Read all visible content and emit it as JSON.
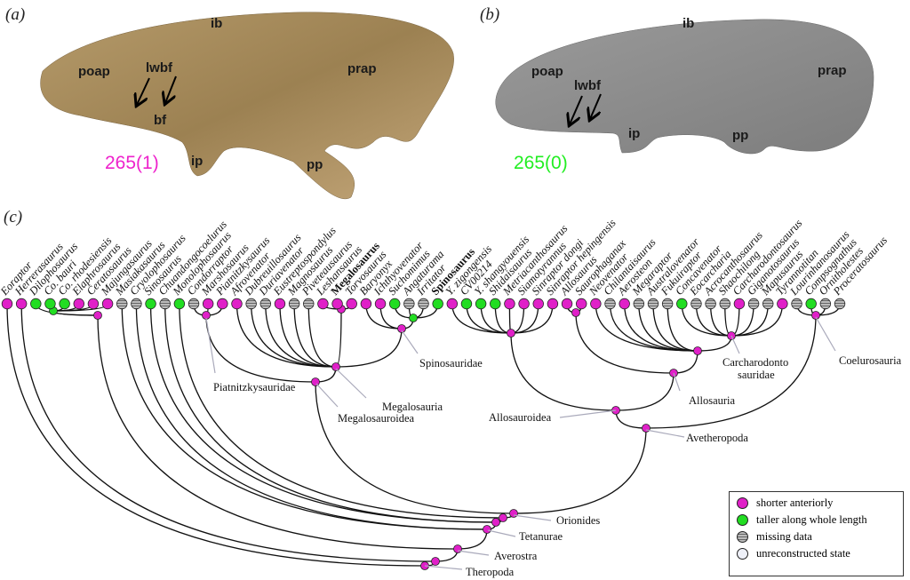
{
  "panels": {
    "a": {
      "label": "(a)",
      "parts": {
        "ib": "ib",
        "poap": "poap",
        "lwbf": "lwbf",
        "prap": "prap",
        "bf": "bf",
        "ip": "ip",
        "pp": "pp"
      },
      "state": "265(1)"
    },
    "b": {
      "label": "(b)",
      "parts": {
        "ib": "ib",
        "poap": "poap",
        "lwbf": "lwbf",
        "prap": "prap",
        "ip": "ip",
        "pp": "pp"
      },
      "state": "265(0)"
    },
    "c": {
      "label": "(c)"
    }
  },
  "colors": {
    "shorter": "#e020c8",
    "taller": "#22dd22",
    "missing": "#aaaaaa",
    "unreconstructed": "#eef0f8",
    "state1": "#ee22cc",
    "state0": "#22ee22"
  },
  "tips": [
    {
      "name": "Eoraptor",
      "s": "M"
    },
    {
      "name": "Herrerasaurus",
      "s": "M"
    },
    {
      "name": "Dilophosaurus",
      "s": "G"
    },
    {
      "name": "Co. bauri",
      "s": "G"
    },
    {
      "name": "Co. rhodesiensis",
      "s": "G"
    },
    {
      "name": "Elaphrosaurus",
      "s": "M"
    },
    {
      "name": "Ceratosaurus",
      "s": "M"
    },
    {
      "name": "Majungasaurus",
      "s": "M"
    },
    {
      "name": "Masiakasaurus",
      "s": "X"
    },
    {
      "name": "Cryolophosaurus",
      "s": "X"
    },
    {
      "name": "Sinosaurus",
      "s": "G"
    },
    {
      "name": "Chuandongocoelurus",
      "s": "X"
    },
    {
      "name": "Monolophosaurus",
      "s": "G"
    },
    {
      "name": "Condorraptor",
      "s": "X"
    },
    {
      "name": "Marshosaurus",
      "s": "M"
    },
    {
      "name": "Piatnitzkysaurus",
      "s": "M"
    },
    {
      "name": "Afrovenator",
      "s": "M"
    },
    {
      "name": "Dubreuillosaurus",
      "s": "X"
    },
    {
      "name": "Duriavenator",
      "s": "X"
    },
    {
      "name": "Eustreptospondylus",
      "s": "M"
    },
    {
      "name": "Magnosaurus",
      "s": "X"
    },
    {
      "name": "Piveteausaurus",
      "s": "X"
    },
    {
      "name": "Leshansaurus",
      "s": "M"
    },
    {
      "name": "Megalosaurus",
      "s": "M",
      "bold": true
    },
    {
      "name": "Torvosaurus",
      "s": "M"
    },
    {
      "name": "Baryonyx",
      "s": "M"
    },
    {
      "name": "Ichthyovenator",
      "s": "M"
    },
    {
      "name": "Suchomimus",
      "s": "G"
    },
    {
      "name": "Angaturama",
      "s": "X"
    },
    {
      "name": "Irritator",
      "s": "X"
    },
    {
      "name": "Spinosaurus",
      "s": "G",
      "bold": true
    },
    {
      "name": "Y. zigongensis",
      "s": "M"
    },
    {
      "name": "CV00214",
      "s": "G"
    },
    {
      "name": "Y. shangyouensis",
      "s": "G"
    },
    {
      "name": "Shidaisaurus",
      "s": "G"
    },
    {
      "name": "Metriacanthosaurus",
      "s": "M"
    },
    {
      "name": "Siamotyrannus",
      "s": "M"
    },
    {
      "name": "Sinraptor dongi",
      "s": "M"
    },
    {
      "name": "Sinraptor hepingensis",
      "s": "M"
    },
    {
      "name": "Allosaurus",
      "s": "M"
    },
    {
      "name": "Saurophaganax",
      "s": "M"
    },
    {
      "name": "Neovenator",
      "s": "M"
    },
    {
      "name": "Chilantaisaurus",
      "s": "X"
    },
    {
      "name": "Aerosteon",
      "s": "M"
    },
    {
      "name": "Megaraptor",
      "s": "X"
    },
    {
      "name": "Australovenator",
      "s": "X"
    },
    {
      "name": "Fukuiraptor",
      "s": "X"
    },
    {
      "name": "Concavenator",
      "s": "G"
    },
    {
      "name": "Eocarcharia",
      "s": "X"
    },
    {
      "name": "Acrocanthosaurus",
      "s": "X"
    },
    {
      "name": "Shaochilong",
      "s": "X"
    },
    {
      "name": "Carcharodontosaurus",
      "s": "M"
    },
    {
      "name": "Giganotosaurus",
      "s": "X"
    },
    {
      "name": "Mapusaurus",
      "s": "X"
    },
    {
      "name": "Tyrannotitan",
      "s": "M"
    },
    {
      "name": "Lourinhanosaurus",
      "s": "X"
    },
    {
      "name": "Compsognathus",
      "s": "G"
    },
    {
      "name": "Ornitholestes",
      "s": "X"
    },
    {
      "name": "Proceratosaurus",
      "s": "X"
    }
  ],
  "clades": {
    "piatnitzkysauridae": "Piatnitzkysauridae",
    "megalosauria": "Megalosauria",
    "megalosauroidea": "Megalosauroidea",
    "spinosauridae": "Spinosauridae",
    "allosauroidea": "Allosauroidea",
    "allosauria": "Allosauria",
    "carcharodontosauridae_1": "Carcharodonto",
    "carcharodontosauridae_2": "sauridae",
    "coelurosauria": "Coelurosauria",
    "avetheropoda": "Avetheropoda",
    "orionides": "Orionides",
    "tetanurae": "Tetanurae",
    "averostra": "Averostra",
    "theropoda": "Theropoda"
  },
  "legend": [
    {
      "key": "shorter",
      "label": "shorter anteriorly"
    },
    {
      "key": "taller",
      "label": "taller along whole length"
    },
    {
      "key": "missing",
      "label": "missing data"
    },
    {
      "key": "unreconstructed",
      "label": "unreconstructed state"
    }
  ]
}
